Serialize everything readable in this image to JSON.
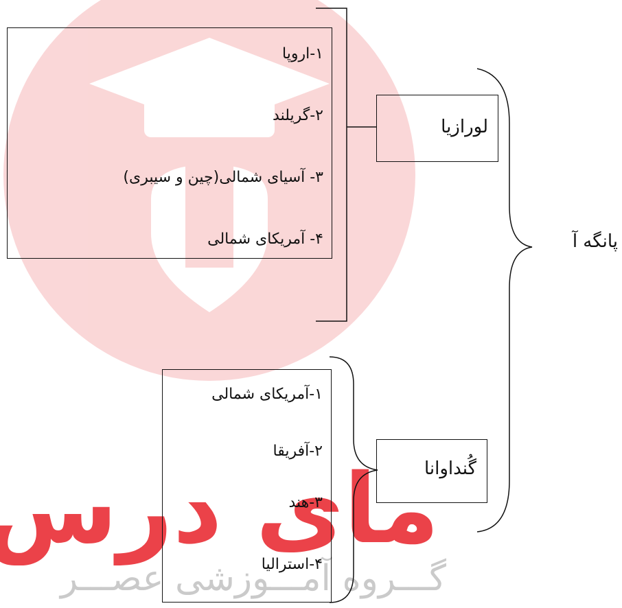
{
  "diagram": {
    "root": "پانگه آ",
    "branches": [
      {
        "name": "لورازیا",
        "items": [
          "۱-اروپا",
          "۲-گریلند",
          "۳- آسیای شمالی(چین و سیبری)",
          "۴- آمریکای شمالی"
        ]
      },
      {
        "name": "گُنداوانا",
        "items": [
          "۱-آمریکای شمالی",
          "۲-آفریقا",
          "۳-هند",
          "۴-استرالیا"
        ]
      }
    ]
  },
  "watermark": {
    "brand": "مای درس",
    "subtitle": "گـــروه آمـــوزشی عصـــر",
    "color": "#e8222a"
  }
}
